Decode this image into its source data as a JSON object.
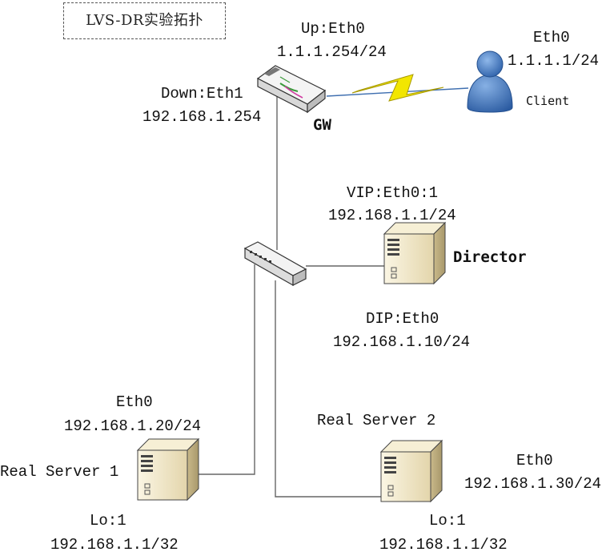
{
  "title": "LVS-DR实验拓扑",
  "gateway": {
    "name": "GW",
    "up_iface": "Up:Eth0",
    "up_ip": "1.1.1.254/24",
    "down_iface": "Down:Eth1",
    "down_ip": "192.168.1.254"
  },
  "client": {
    "name": "Client",
    "iface": "Eth0",
    "ip": "1.1.1.1/24"
  },
  "director": {
    "name": "Director",
    "vip_iface": "VIP:Eth0:1",
    "vip_ip": "192.168.1.1/24",
    "dip_iface": "DIP:Eth0",
    "dip_ip": "192.168.1.10/24"
  },
  "real_server_1": {
    "name": "Real Server 1",
    "iface": "Eth0",
    "ip": "192.168.1.20/24",
    "lo_iface": "Lo:1",
    "lo_ip": "192.168.1.1/32"
  },
  "real_server_2": {
    "name": "Real Server 2",
    "iface": "Eth0",
    "ip": "192.168.1.30/24",
    "lo_iface": "Lo:1",
    "lo_ip": "192.168.1.1/32"
  },
  "colors": {
    "link": "#666666",
    "lightning": "#f2e600",
    "server_body": "#e8dcb5",
    "client_blue": "#3f78c0"
  }
}
